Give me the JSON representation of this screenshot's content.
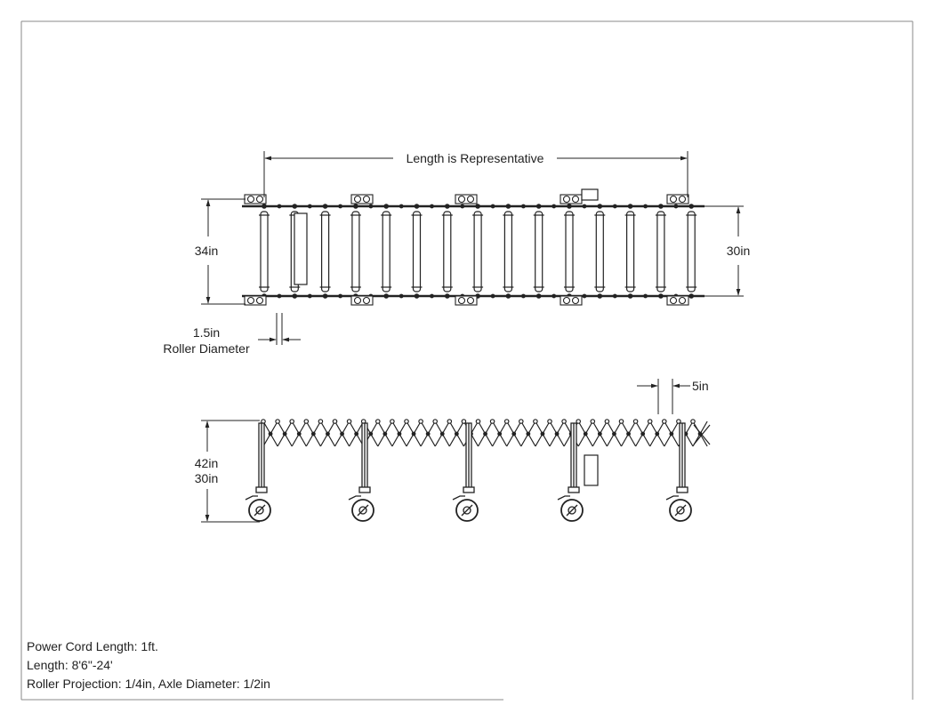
{
  "top_view": {
    "length_label": "Length is Representative",
    "outer_width_label": "34in",
    "inner_width_label": "30in",
    "roller_size_label": "1.5in",
    "roller_caption": "Roller Diameter"
  },
  "side_view": {
    "pitch_label": "5in",
    "height_max_label": "42in",
    "height_min_label": "30in"
  },
  "notes": {
    "power_cord": "Power Cord Length: 1ft.",
    "length": "Length: 8'6\"-24'",
    "roller": "Roller Projection: 1/4in, Axle Diameter: 1/2in"
  }
}
